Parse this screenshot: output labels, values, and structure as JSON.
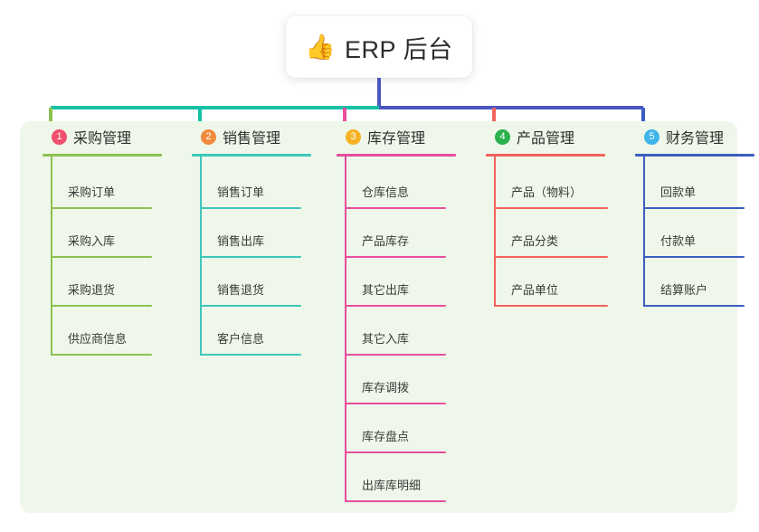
{
  "title": {
    "emoji": "👍",
    "emoji_name": "thumbs-up-icon",
    "text": "ERP 后台"
  },
  "theme": {
    "page_background": "#ffffff",
    "panel_background": "#eef7e9",
    "title_text_color": "#2c2c2c",
    "trunk_color": "#4b57c0",
    "branch_left_color": "#13c2a5",
    "branch_right_color": "#4b57c0"
  },
  "columns": [
    {
      "number": "1",
      "title": "采购管理",
      "color": "#8cc152",
      "badge_color": "#f0506e",
      "drop_color": "#8cc152",
      "items": [
        "采购订单",
        "采购入库",
        "采购退货",
        "供应商信息"
      ]
    },
    {
      "number": "2",
      "title": "销售管理",
      "color": "#3ec7bb",
      "badge_color": "#f08a3c",
      "drop_color": "#13c2a5",
      "items": [
        "销售订单",
        "销售出库",
        "销售退货",
        "客户信息"
      ]
    },
    {
      "number": "3",
      "title": "库存管理",
      "color": "#e84d9e",
      "badge_color": "#f5b324",
      "drop_color": "#e84d9e",
      "items": [
        "仓库信息",
        "产品库存",
        "其它出库",
        "其它入库",
        "库存调拨",
        "库存盘点",
        "出库库明细"
      ]
    },
    {
      "number": "4",
      "title": "产品管理",
      "color": "#f4625d",
      "badge_color": "#2bb24c",
      "drop_color": "#f4625d",
      "items": [
        "产品（物料）",
        "产品分类",
        "产品单位"
      ]
    },
    {
      "number": "5",
      "title": "财务管理",
      "color": "#3b5fc0",
      "badge_color": "#3fb4e8",
      "drop_color": "#3b5fc0",
      "items": [
        "回款单",
        "付款单",
        "结算账户"
      ]
    }
  ]
}
